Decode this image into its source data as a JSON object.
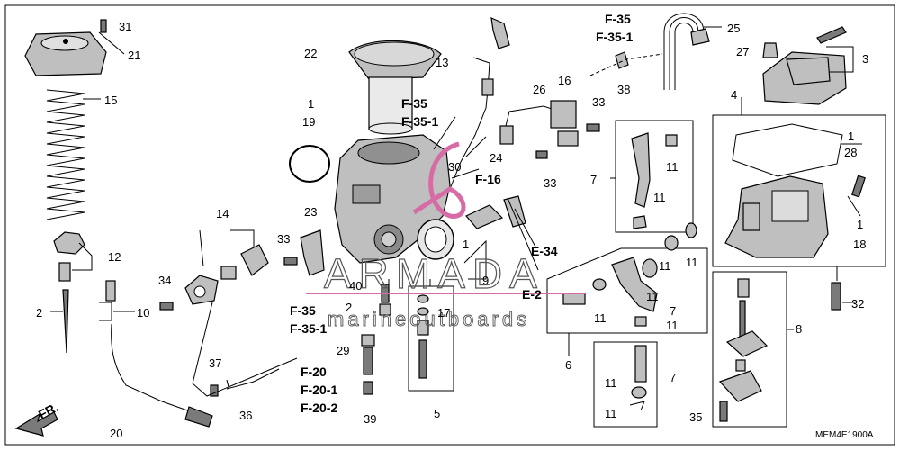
{
  "callouts": [
    {
      "id": "c31",
      "text": "31"
    },
    {
      "id": "c21",
      "text": "21"
    },
    {
      "id": "c15",
      "text": "15"
    },
    {
      "id": "c12",
      "text": "12"
    },
    {
      "id": "c2a",
      "text": "2"
    },
    {
      "id": "c34",
      "text": "34"
    },
    {
      "id": "c10",
      "text": "10"
    },
    {
      "id": "c14",
      "text": "14"
    },
    {
      "id": "c37",
      "text": "37"
    },
    {
      "id": "c36",
      "text": "36"
    },
    {
      "id": "c20",
      "text": "20"
    },
    {
      "id": "c22",
      "text": "22"
    },
    {
      "id": "c1a",
      "text": "1"
    },
    {
      "id": "c19",
      "text": "19"
    },
    {
      "id": "c23",
      "text": "23"
    },
    {
      "id": "c33a",
      "text": "33"
    },
    {
      "id": "c40",
      "text": "40"
    },
    {
      "id": "c2b",
      "text": "2"
    },
    {
      "id": "c29",
      "text": "29"
    },
    {
      "id": "c39",
      "text": "39"
    },
    {
      "id": "c13",
      "text": "13"
    },
    {
      "id": "c24",
      "text": "24"
    },
    {
      "id": "c30",
      "text": "30"
    },
    {
      "id": "c9",
      "text": "9"
    },
    {
      "id": "c1b",
      "text": "1"
    },
    {
      "id": "c17",
      "text": "17"
    },
    {
      "id": "c5",
      "text": "5"
    },
    {
      "id": "c26",
      "text": "26"
    },
    {
      "id": "c16",
      "text": "16"
    },
    {
      "id": "c33b",
      "text": "33"
    },
    {
      "id": "c38",
      "text": "38"
    },
    {
      "id": "c33c",
      "text": "33"
    },
    {
      "id": "c25",
      "text": "25"
    },
    {
      "id": "c27",
      "text": "27"
    },
    {
      "id": "c3",
      "text": "3"
    },
    {
      "id": "c4",
      "text": "4"
    },
    {
      "id": "c1c",
      "text": "1"
    },
    {
      "id": "c28",
      "text": "28"
    },
    {
      "id": "c1d",
      "text": "1"
    },
    {
      "id": "c18",
      "text": "18"
    },
    {
      "id": "c32",
      "text": "32"
    },
    {
      "id": "c7a",
      "text": "7"
    },
    {
      "id": "c11a",
      "text": "11"
    },
    {
      "id": "c11b",
      "text": "11"
    },
    {
      "id": "c11c",
      "text": "11"
    },
    {
      "id": "c11d",
      "text": "11"
    },
    {
      "id": "c11e",
      "text": "11"
    },
    {
      "id": "c11f",
      "text": "11"
    },
    {
      "id": "c7b",
      "text": "7"
    },
    {
      "id": "c11g",
      "text": "11"
    },
    {
      "id": "c6",
      "text": "6"
    },
    {
      "id": "c7c",
      "text": "7"
    },
    {
      "id": "c11h",
      "text": "11"
    },
    {
      "id": "c11i",
      "text": "11"
    },
    {
      "id": "c8",
      "text": "8"
    },
    {
      "id": "c35",
      "text": "35"
    }
  ],
  "refs": [
    {
      "id": "r_f35_top",
      "text": "F-35"
    },
    {
      "id": "r_f351_top",
      "text": "F-35-1"
    },
    {
      "id": "r_f35_mid",
      "text": "F-35"
    },
    {
      "id": "r_f351_mid",
      "text": "F-35-1"
    },
    {
      "id": "r_f35_low",
      "text": "F-35"
    },
    {
      "id": "r_f351_low",
      "text": "F-35-1"
    },
    {
      "id": "r_f16",
      "text": "F-16"
    },
    {
      "id": "r_e34",
      "text": "E-34"
    },
    {
      "id": "r_e2",
      "text": "E-2"
    },
    {
      "id": "r_f20",
      "text": "F-20"
    },
    {
      "id": "r_f201",
      "text": "F-20-1"
    },
    {
      "id": "r_f202",
      "text": "F-20-2"
    },
    {
      "id": "r_fr",
      "text": "FR."
    }
  ],
  "diagram_code": "MEM4E1900A",
  "watermark": {
    "line1": "ARMADA",
    "line2": "marineoutboards"
  }
}
